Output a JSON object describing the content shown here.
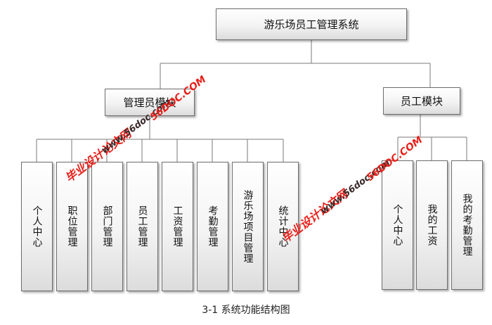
{
  "root": {
    "label": "游乐场员工管理系统"
  },
  "modules": [
    {
      "label": "管理员模块",
      "children": [
        "个人中心",
        "职位管理",
        "部门管理",
        "员工管理",
        "工资管理",
        "考勤管理",
        "游乐场项目管理",
        "统计中心"
      ]
    },
    {
      "label": "员工模块",
      "children": [
        "个人中心",
        "我的工资",
        "我的考勤管理"
      ]
    }
  ],
  "caption": "3-1  系统功能结构图",
  "watermarks": {
    "site_cn": "毕业设计论文网",
    "site_url": "www.56doc.com",
    "site_caps": "56DOC.COM"
  }
}
